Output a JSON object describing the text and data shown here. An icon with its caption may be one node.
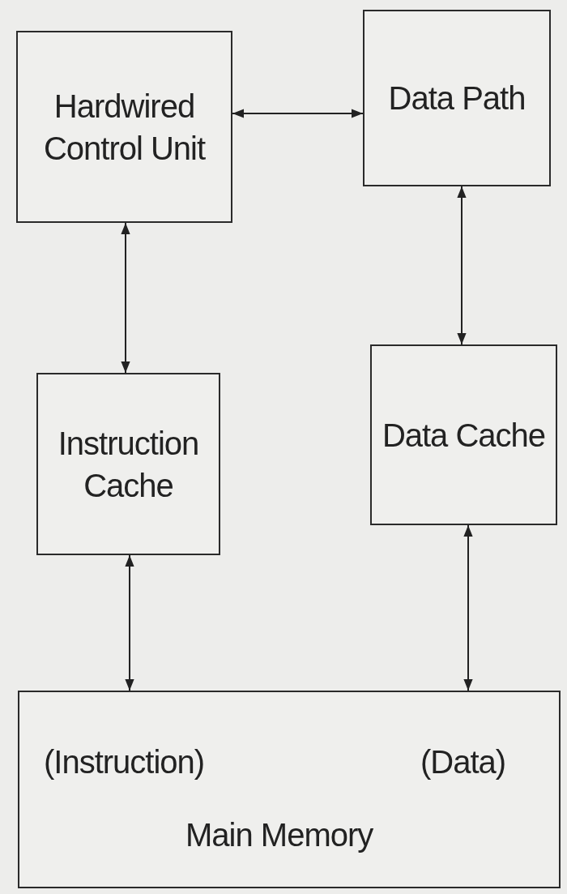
{
  "diagram": {
    "nodes": [
      {
        "text": [
          "Hardwired Control Unit"
        ]
      },
      {
        "text": [
          "Data Path"
        ]
      },
      {
        "text": [
          "Instruction Cache"
        ]
      },
      {
        "text": [
          "Data Cache"
        ]
      },
      {
        "text": [
          "(Instruction)",
          "(Data)",
          "Main Memory"
        ]
      }
    ],
    "edges": [
      {
        "from": 0,
        "to": 1,
        "arrow": "both"
      },
      {
        "from": 0,
        "to": 2,
        "arrow": "both"
      },
      {
        "from": 1,
        "to": 3,
        "arrow": "both"
      },
      {
        "from": 2,
        "to": 4,
        "arrow": "both"
      },
      {
        "from": 3,
        "to": 4,
        "arrow": "both"
      }
    ]
  }
}
